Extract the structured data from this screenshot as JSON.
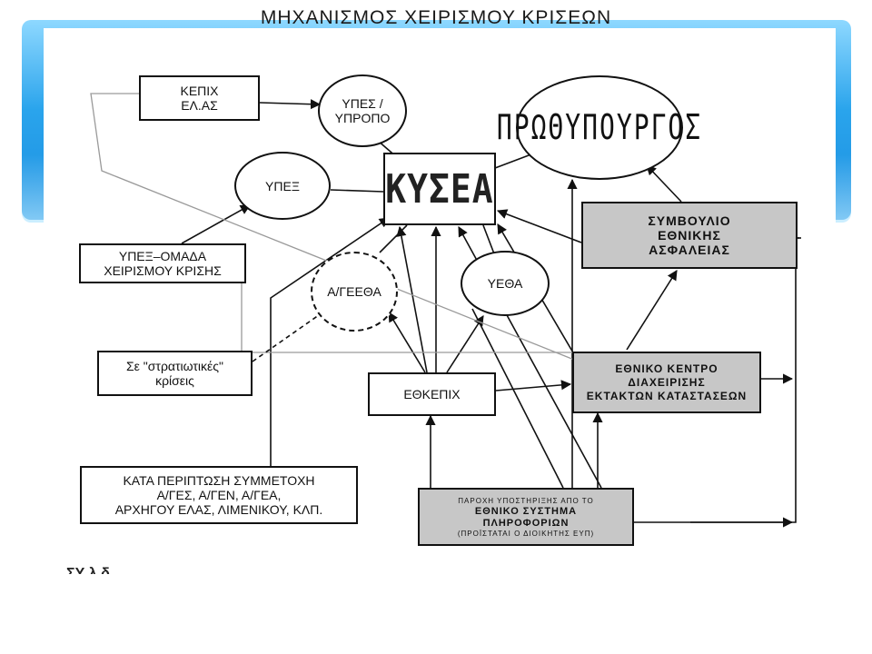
{
  "slide": {
    "title": "ΜΗΧΑΝΙΣΜΟΣ ΧΕΙΡΙΣΜΟΥ ΚΡΙΣΕΩΝ",
    "cut_off_text": "ΣΥ           λ    δ              "
  },
  "nodes": {
    "kepix": "ΚΕΠΙΧ\nΕΛ.ΑΣ",
    "ypes_ypropo": "ΥΠΕΣ /\nΥΠΡΟΠΟ",
    "prothypourgos": "ΠΡΩΘΥΠΟΥΡΓΟΣ",
    "ypex": "ΥΠΕΞ",
    "kysea": "ΚΥΣΕΑ",
    "symvoulio": "ΣΥΜΒΟΥΛΙΟ\nΕΘΝΙΚΗΣ\nΑΣΦΑΛΕΙΑΣ",
    "ypex_omada": "ΥΠΕΞ–ΟΜΑΔΑ\nΧΕΙΡΙΣΜΟΥ ΚΡΙΣΗΣ",
    "ageetha": "Α/ΓΕΕΘΑ",
    "yetha": "ΥΕΘΑ",
    "stratiotikes": "Σε \"στρατιωτικές\"\nκρίσεις",
    "ethkepix": "ΕΘΚΕΠΙΧ",
    "ekke": "ΕΘΝΙΚΟ ΚΕΝΤΡΟ\nΔΙΑΧΕΙΡΙΣΗΣ\nΕΚΤΑΚΤΩΝ ΚΑΤΑΣΤΑΣΕΩΝ",
    "kata_periptosi": "ΚΑΤΑ ΠΕΡΙΠΤΩΣΗ ΣΥΜΜΕΤΟΧΗ\nΑ/ΓΕΣ, Α/ΓΕΝ, Α/ΓΕΑ,\nΑΡΧΗΓΟΥ ΕΛΑΣ, ΛΙΜΕΝΙΚΟΥ, ΚΛΠ.",
    "source_top": "ΠΑΡΟΧΗ ΥΠΟΣΤΗΡΙΞΗΣ ΑΠΟ ΤΟ",
    "source_main": "ΕΘΝΙΚΟ ΣΥΣΤΗΜΑ\nΠΛΗΡΟΦΟΡΙΩΝ",
    "source_bottom": "(ΠΡΟΪΣΤΑΤΑΙ Ο ΔΙΟΙΚΗΤΗΣ ΕΥΠ)"
  },
  "colors": {
    "band": "#1b8fe0",
    "gray_box": "#c7c7c7",
    "line": "#111111",
    "gray_line": "#9a9a9a"
  }
}
